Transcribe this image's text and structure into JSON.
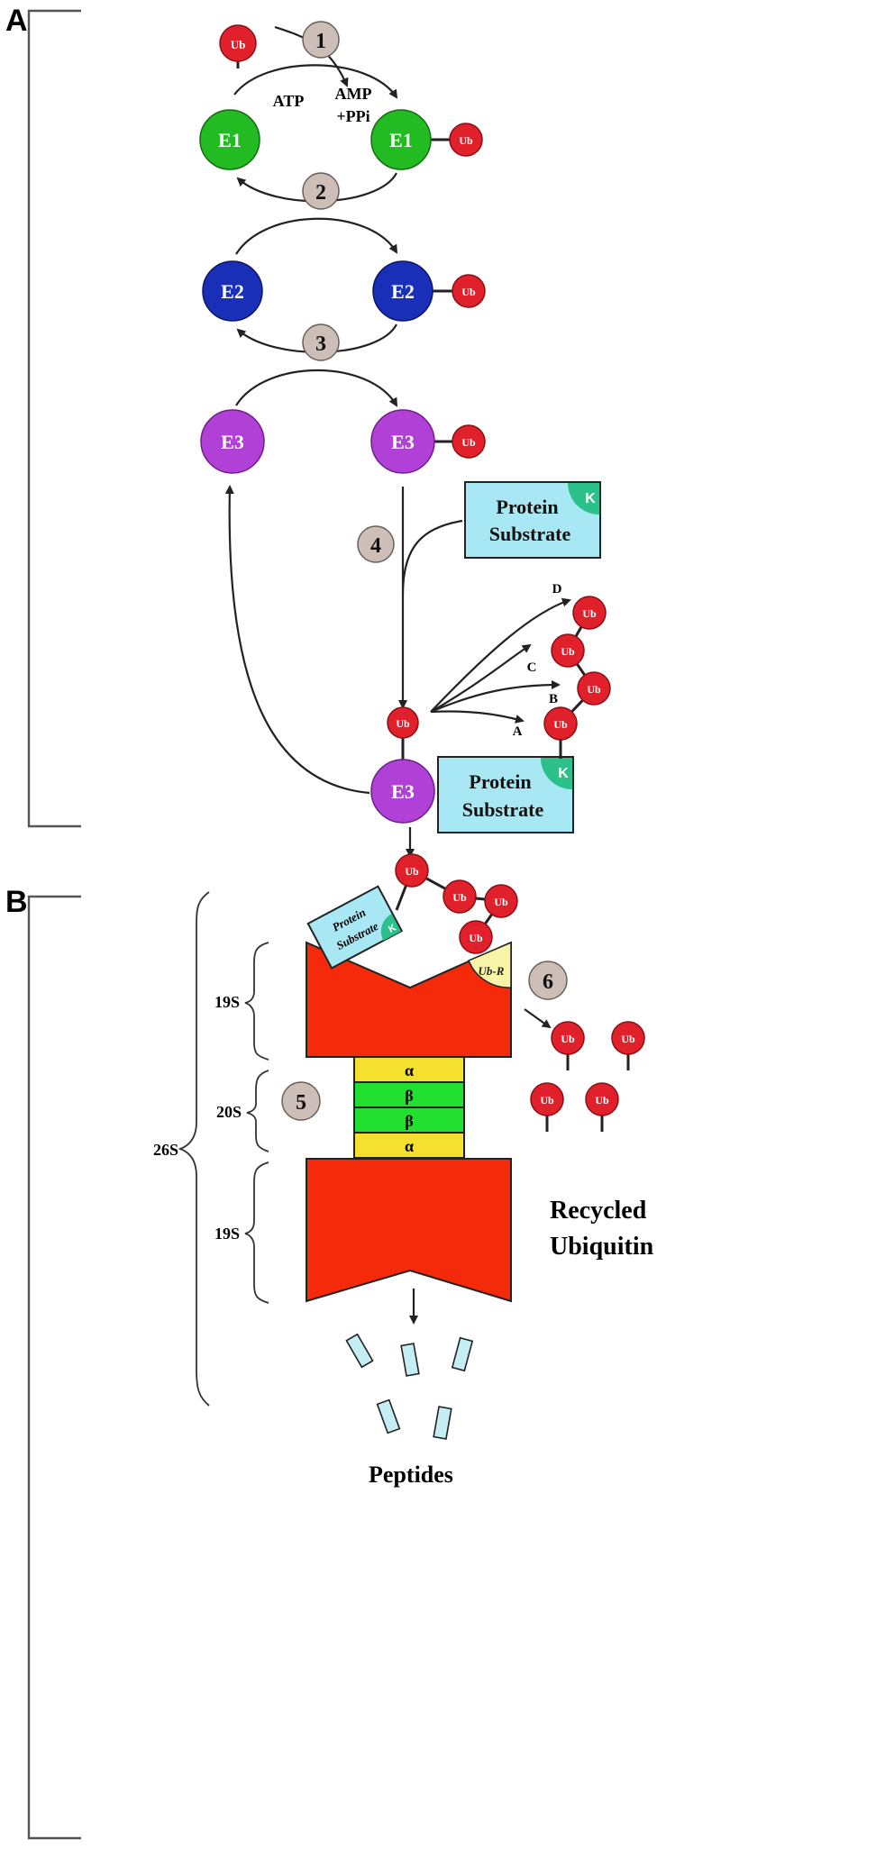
{
  "panels": {
    "a": "A",
    "b": "B"
  },
  "steps": [
    "1",
    "2",
    "3",
    "4",
    "5",
    "6"
  ],
  "enzymes": {
    "e1": "E1",
    "e2": "E2",
    "e3": "E3"
  },
  "ubiquitin": "Ub",
  "reagents": {
    "atp": "ATP",
    "amp": "AMP",
    "ppi": "+PPi"
  },
  "substrate": {
    "line1": "Protein",
    "line2": "Substrate",
    "lysine": "K"
  },
  "chain_labels": {
    "a": "A",
    "b": "B",
    "c": "C",
    "d": "D"
  },
  "proteasome": {
    "total": "26S",
    "cap_top": "19S",
    "core": "20S",
    "cap_bottom": "19S",
    "receptor": "Ub-R",
    "rings": [
      "α",
      "β",
      "β",
      "α"
    ]
  },
  "recycled": {
    "line1": "Recycled",
    "line2": "Ubiquitin"
  },
  "peptides": "Peptides",
  "colors": {
    "e1": "#22bb22",
    "e2": "#1a2fb8",
    "e3": "#b140d6",
    "ubiquitin": "#e0202a",
    "step_circle": "#cdbfb8",
    "substrate": "#a8e8f4",
    "lysine": "#2cc08a",
    "proteasome_cap": "#f42a0a",
    "alpha_ring": "#f5e030",
    "beta_ring": "#22e030",
    "receptor": "#f8f4a8",
    "peptide": "#c4eef4"
  }
}
